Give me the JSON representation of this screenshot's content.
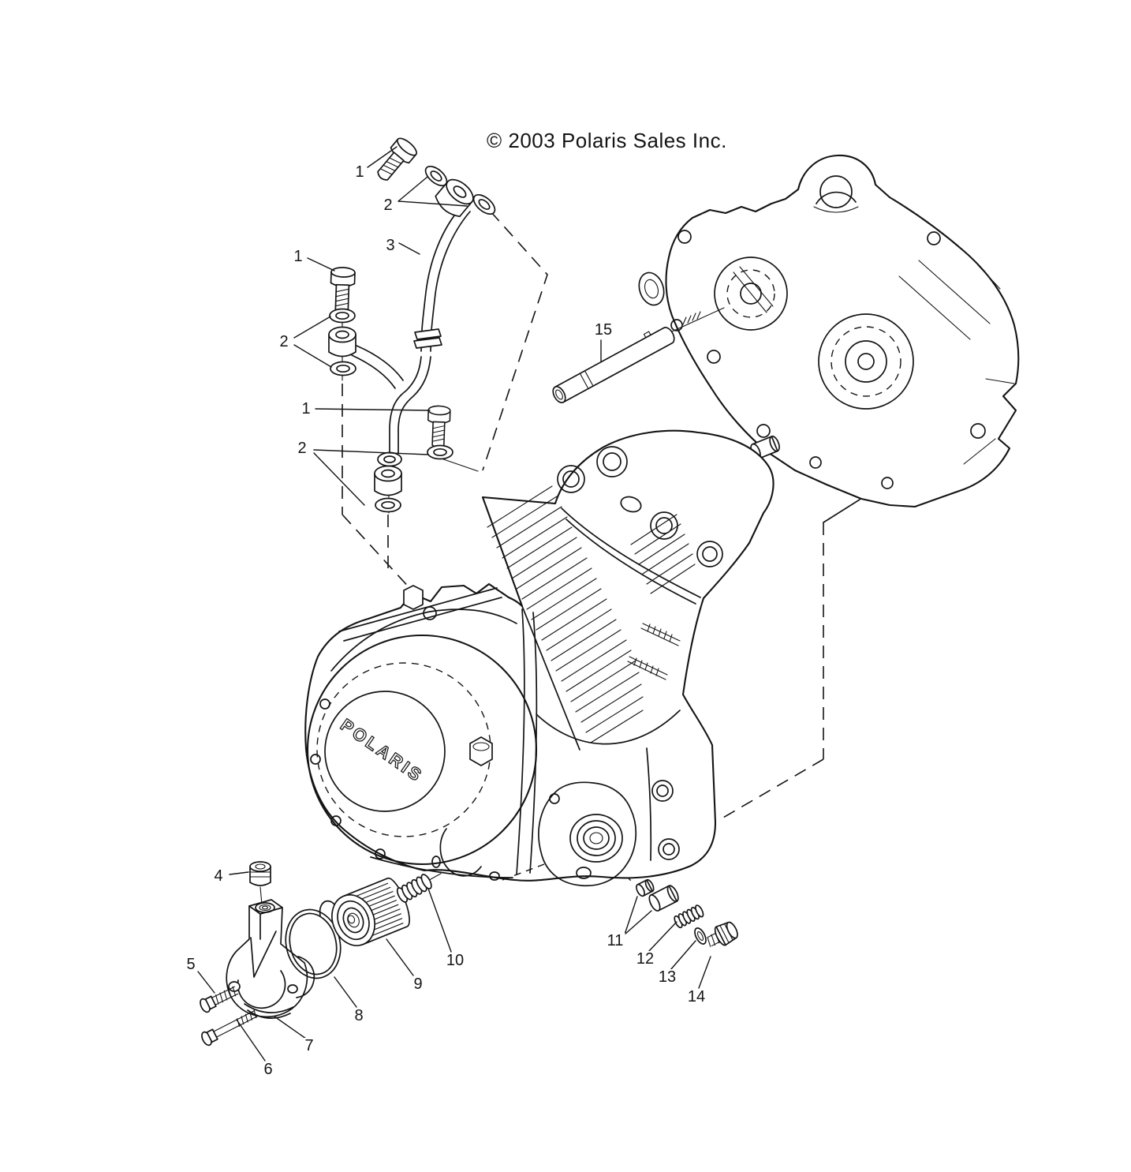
{
  "copyright": "© 2003 Polaris Sales Inc.",
  "engine": {
    "logo_text": "POLARIS"
  },
  "callouts": [
    {
      "label": "1"
    },
    {
      "label": "2"
    },
    {
      "label": "3"
    },
    {
      "label": "1"
    },
    {
      "label": "2"
    },
    {
      "label": "1"
    },
    {
      "label": "2"
    },
    {
      "label": "15"
    },
    {
      "label": "4"
    },
    {
      "label": "5"
    },
    {
      "label": "6"
    },
    {
      "label": "7"
    },
    {
      "label": "8"
    },
    {
      "label": "9"
    },
    {
      "label": "10"
    },
    {
      "label": "11"
    },
    {
      "label": "12"
    },
    {
      "label": "13"
    },
    {
      "label": "14"
    }
  ]
}
